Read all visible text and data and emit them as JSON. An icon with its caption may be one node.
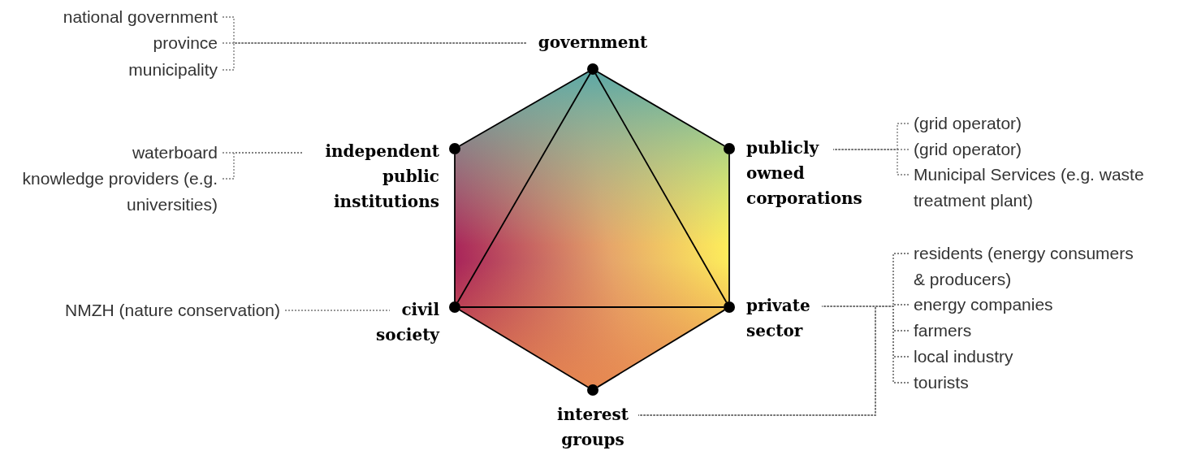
{
  "diagram": {
    "nodes": [
      {
        "text": [],
        "shape": "circle",
        "beside": [
          "government"
        ]
      },
      {
        "text": [],
        "shape": "circle",
        "beside": [
          "independent public institutions"
        ]
      },
      {
        "text": [],
        "shape": "circle",
        "beside": [
          "publicly owned corporations"
        ]
      },
      {
        "text": [],
        "shape": "circle",
        "beside": [
          "civil society"
        ]
      },
      {
        "text": [],
        "shape": "circle",
        "beside": [
          "private sector"
        ]
      },
      {
        "text": [],
        "shape": "circle",
        "beside": [
          "interest groups"
        ]
      },
      {
        "text": [
          "national government"
        ]
      },
      {
        "text": [
          "province"
        ]
      },
      {
        "text": [
          "municipality"
        ]
      },
      {
        "text": [
          "waterboard"
        ]
      },
      {
        "text": [
          "knowledge providers (e.g. universities)"
        ]
      },
      {
        "text": [
          "(grid operator)"
        ]
      },
      {
        "text": [
          "(grid operator)"
        ]
      },
      {
        "text": [
          "Municipal Services (e.g. waste treatment plant)"
        ]
      },
      {
        "text": [
          "NMZH (nature conservation)"
        ]
      },
      {
        "text": [
          "residents (energy consumers & producers)"
        ]
      },
      {
        "text": [
          "energy companies"
        ]
      },
      {
        "text": [
          "farmers"
        ]
      },
      {
        "text": [
          "local industry"
        ]
      },
      {
        "text": [
          "tourists"
        ]
      }
    ],
    "edges": [
      {
        "from": 0,
        "to": 2,
        "arrow": "none",
        "color": "#000000"
      },
      {
        "from": 2,
        "to": 4,
        "arrow": "none",
        "color": "#000000"
      },
      {
        "from": 4,
        "to": 5,
        "arrow": "none",
        "color": "#000000"
      },
      {
        "from": 5,
        "to": 3,
        "arrow": "none",
        "color": "#000000"
      },
      {
        "from": 3,
        "to": 1,
        "arrow": "none",
        "color": "#000000"
      },
      {
        "from": 1,
        "to": 0,
        "arrow": "none",
        "color": "#000000"
      },
      {
        "from": 0,
        "to": 3,
        "arrow": "none",
        "color": "#000000"
      },
      {
        "from": 0,
        "to": 4,
        "arrow": "none",
        "color": "#000000"
      },
      {
        "from": 3,
        "to": 4,
        "arrow": "none",
        "color": "#000000"
      },
      {
        "from": 6,
        "to": 0,
        "arrow": "none",
        "style": "dashed"
      },
      {
        "from": 7,
        "to": 0,
        "arrow": "none",
        "style": "dashed"
      },
      {
        "from": 8,
        "to": 0,
        "arrow": "none",
        "style": "dashed"
      },
      {
        "from": 9,
        "to": 1,
        "arrow": "none",
        "style": "dashed"
      },
      {
        "from": 10,
        "to": 1,
        "arrow": "none",
        "style": "dashed"
      },
      {
        "from": 11,
        "to": 2,
        "arrow": "none",
        "style": "dashed"
      },
      {
        "from": 12,
        "to": 2,
        "arrow": "none",
        "style": "dashed"
      },
      {
        "from": 13,
        "to": 2,
        "arrow": "none",
        "style": "dashed"
      },
      {
        "from": 14,
        "to": 3,
        "arrow": "none",
        "style": "dashed"
      },
      {
        "from": 15,
        "to": 4,
        "arrow": "none",
        "style": "dashed"
      },
      {
        "from": 16,
        "to": 4,
        "arrow": "none",
        "style": "dashed"
      },
      {
        "from": 17,
        "to": 4,
        "arrow": "none",
        "style": "dashed"
      },
      {
        "from": 18,
        "to": 4,
        "arrow": "none",
        "style": "dashed"
      },
      {
        "from": 19,
        "to": 4,
        "arrow": "none",
        "style": "dashed"
      },
      {
        "from": 15,
        "to": 5,
        "arrow": "none",
        "style": "dashed"
      },
      {
        "from": 16,
        "to": 5,
        "arrow": "none",
        "style": "dashed"
      },
      {
        "from": 17,
        "to": 5,
        "arrow": "none",
        "style": "dashed"
      },
      {
        "from": 18,
        "to": 5,
        "arrow": "none",
        "style": "dashed"
      },
      {
        "from": 19,
        "to": 5,
        "arrow": "none",
        "style": "dashed"
      }
    ]
  }
}
